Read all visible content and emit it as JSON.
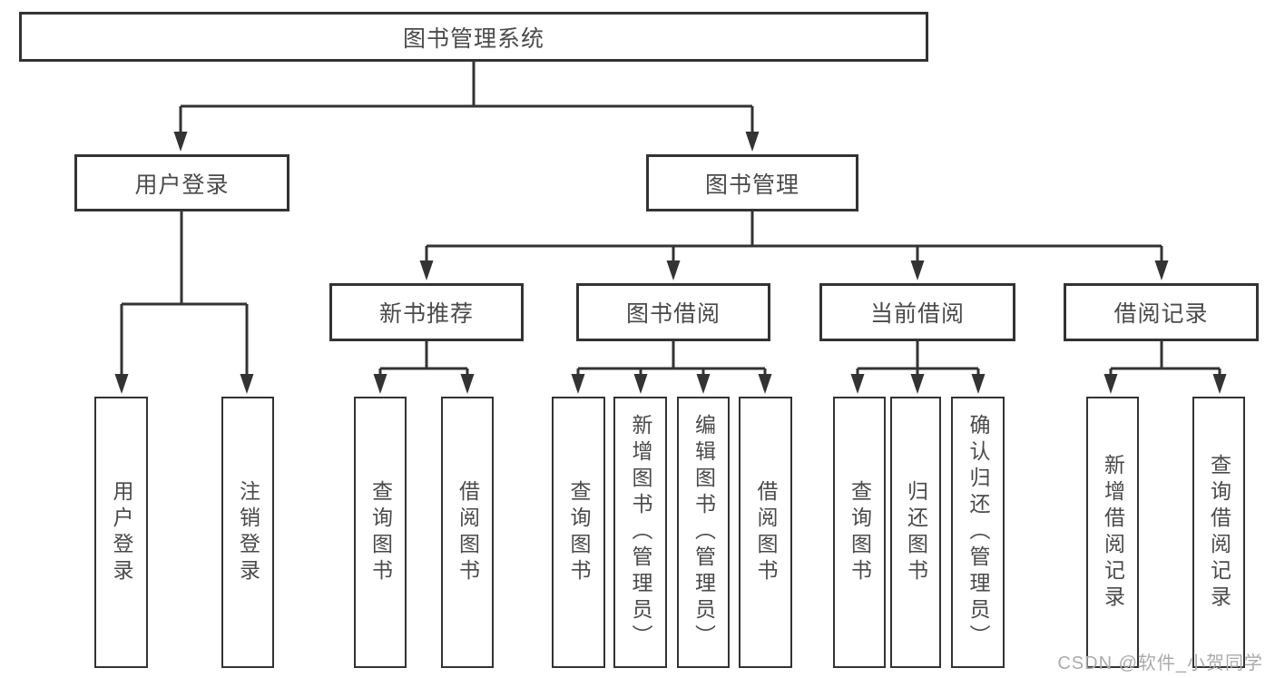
{
  "diagram": {
    "root": {
      "label": "图书管理系统"
    },
    "login_branch": {
      "label": "用户登录",
      "children": [
        {
          "label": "用户登录"
        },
        {
          "label": "注销登录"
        }
      ]
    },
    "management_branch": {
      "label": "图书管理",
      "modules": [
        {
          "label": "新书推荐",
          "children": [
            {
              "label": "查询图书"
            },
            {
              "label": "借阅图书"
            }
          ]
        },
        {
          "label": "图书借阅",
          "children": [
            {
              "label": "查询图书"
            },
            {
              "label": "新增图书（管理员）"
            },
            {
              "label": "编辑图书（管理员）"
            },
            {
              "label": "借阅图书"
            }
          ]
        },
        {
          "label": "当前借阅",
          "children": [
            {
              "label": "查询图书"
            },
            {
              "label": "归还图书"
            },
            {
              "label": "确认归还（管理员）"
            }
          ]
        },
        {
          "label": "借阅记录",
          "children": [
            {
              "label": "新增借阅记录"
            },
            {
              "label": "查询借阅记录"
            }
          ]
        }
      ]
    }
  },
  "watermark": {
    "text": "CSDN @软件_小贺同学"
  },
  "colors": {
    "line": "#333333",
    "box_border": "#333333",
    "text": "#4a4a4a",
    "watermark": "#ababab",
    "background": "#ffffff"
  }
}
